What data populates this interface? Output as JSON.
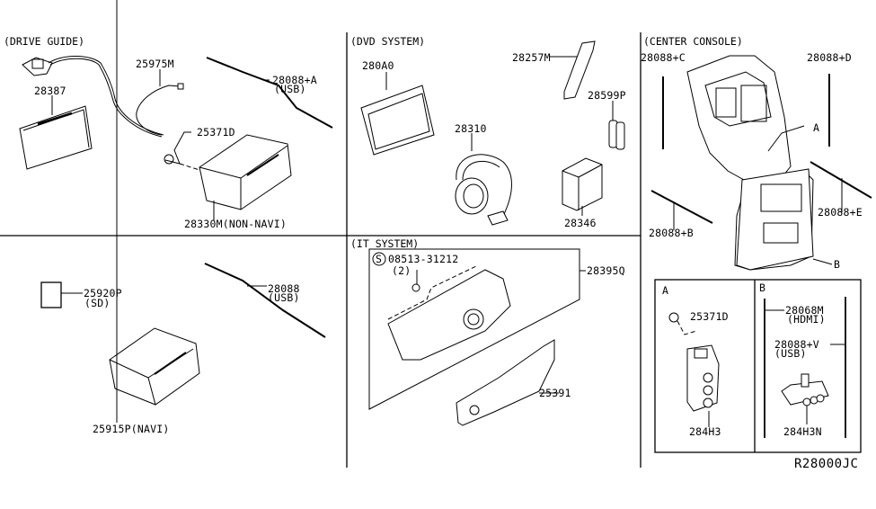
{
  "diagram_id": "R28000JC",
  "sections": {
    "drive_guide": {
      "title": "(DRIVE GUIDE)",
      "parts": [
        {
          "number": "28387"
        },
        {
          "number": "25975M"
        },
        {
          "number": "28088+A",
          "note": "(USB)"
        },
        {
          "number": "25371D"
        },
        {
          "number": "28330M(NON-NAVI)"
        }
      ]
    },
    "dvd_system": {
      "title": "(DVD SYSTEM)",
      "parts": [
        {
          "number": "280A0"
        },
        {
          "number": "28257M"
        },
        {
          "number": "28599P"
        },
        {
          "number": "28310"
        },
        {
          "number": "28346"
        }
      ]
    },
    "center_console": {
      "title": "(CENTER CONSOLE)",
      "parts": [
        {
          "number": "28088+C"
        },
        {
          "number": "28088+D"
        },
        {
          "number": "28088+B"
        },
        {
          "number": "28088+E"
        }
      ],
      "callouts": [
        "A",
        "B"
      ]
    },
    "navi": {
      "parts": [
        {
          "number": "25920P",
          "note": "(SD)"
        },
        {
          "number": "28088",
          "note": "(USB)"
        },
        {
          "number": "25915P(NAVI)"
        }
      ]
    },
    "it_system": {
      "title": "(IT SYSTEM)",
      "screw_symbol": "S",
      "parts": [
        {
          "number": "08513-31212",
          "note": "(2)"
        },
        {
          "number": "28395Q"
        },
        {
          "number": "25391"
        }
      ]
    },
    "detail_a": {
      "label": "A",
      "parts": [
        {
          "number": "25371D"
        },
        {
          "number": "284H3"
        }
      ]
    },
    "detail_b": {
      "label": "B",
      "parts": [
        {
          "number": "28068M",
          "note": "(HDMI)"
        },
        {
          "number": "28088+V",
          "note": "(USB)"
        },
        {
          "number": "284H3N"
        }
      ]
    }
  }
}
